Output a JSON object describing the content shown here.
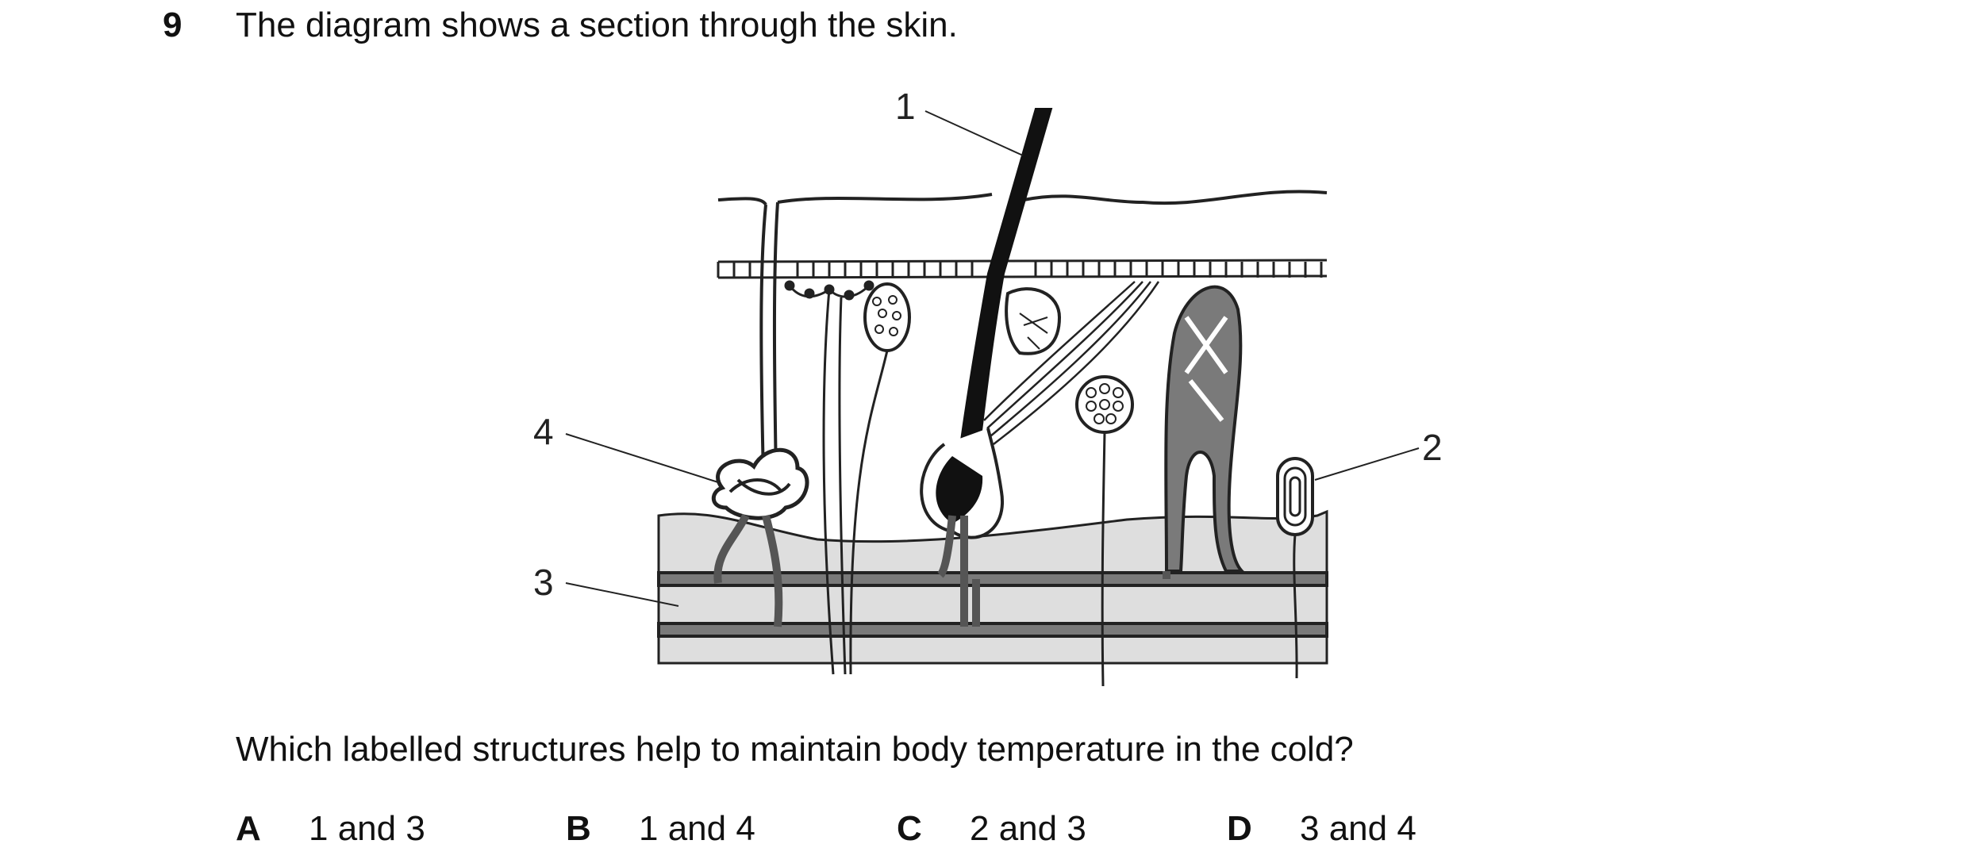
{
  "question": {
    "number": "9",
    "stem": "The diagram shows a section through the skin.",
    "prompt": "Which labelled structures help to maintain body temperature in the cold?"
  },
  "diagram": {
    "labels": [
      "1",
      "2",
      "3",
      "4"
    ]
  },
  "options": [
    {
      "letter": "A",
      "text": "1 and 3"
    },
    {
      "letter": "B",
      "text": "1 and 4"
    },
    {
      "letter": "C",
      "text": "2 and 3"
    },
    {
      "letter": "D",
      "text": "3 and 4"
    }
  ]
}
